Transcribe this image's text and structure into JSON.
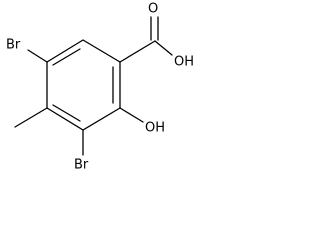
{
  "molecule": {
    "atom_labels": {
      "bromine_top": "Br",
      "bromine_bottom": "Br",
      "hydroxyl": "OH",
      "carbonyl_oxygen": "O",
      "acid_hydroxyl": "OH"
    },
    "bond_color": "#000000",
    "background": "#ffffff"
  }
}
